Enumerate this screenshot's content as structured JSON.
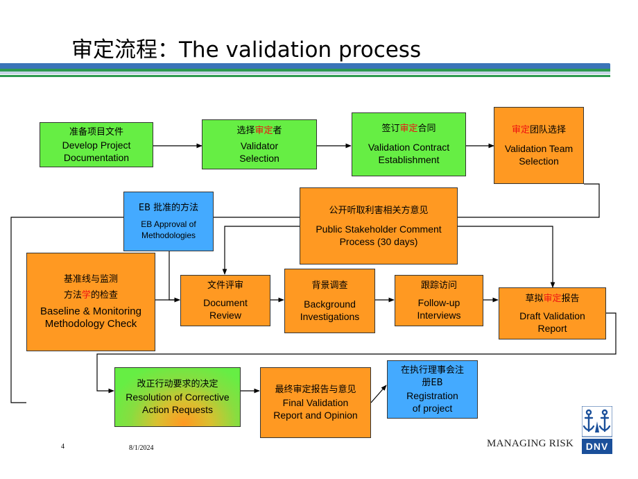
{
  "title": "审定流程：The validation process",
  "footer": {
    "page_number": "4",
    "date": "8/1/2024",
    "tagline": "MANAGING RISK"
  },
  "logo": {
    "text": "DNV",
    "icon": "dnv-anchor-icon"
  },
  "boxes": {
    "develop_docs": {
      "zh": "准备项目文件",
      "en1": "Develop Project",
      "en2": "Documentation"
    },
    "validator_selection": {
      "zh_a": "选择",
      "zh_hl": "审定",
      "zh_b": "者",
      "en1": "Validator",
      "en2": "Selection"
    },
    "contract": {
      "zh_a": "签订",
      "zh_hl": "审定",
      "zh_b": "合同",
      "en1": "Validation Contract",
      "en2": "Establishment"
    },
    "team_selection": {
      "zh_hl": "审定",
      "zh_b": "团队选择",
      "en1": "Validation Team",
      "en2": "Selection"
    },
    "eb_approval": {
      "zh": "EB 批准的方法",
      "en1": "EB Approval of",
      "en2": "Methodologies"
    },
    "stakeholder": {
      "zh": "公开听取利害相关方意见",
      "en1": "Public Stakeholder Comment",
      "en2": "Process (30 days)"
    },
    "baseline": {
      "zh1": "基准线与监测",
      "zh2_a": "方法",
      "zh2_hl": "学",
      "zh2_b": "的检查",
      "en1": "Baseline & Monitoring",
      "en2": "Methodology Check"
    },
    "doc_review": {
      "zh": "文件评审",
      "en1": "Document",
      "en2": "Review"
    },
    "background": {
      "zh": "背景调查",
      "en1": "Background",
      "en2": "Investigations"
    },
    "followup": {
      "zh": "跟踪访问",
      "en1": "Follow-up",
      "en2": "Interviews"
    },
    "draft_report": {
      "zh_a": "草拟",
      "zh_hl": "审定",
      "zh_b": "报告",
      "en1": "Draft Validation",
      "en2": "Report"
    },
    "resolution": {
      "zh": "改正行动要求的决定",
      "en1": "Resolution of Corrective",
      "en2": "Action Requests"
    },
    "final_report": {
      "zh": "最终审定报告与意见",
      "en1": "Final Validation",
      "en2": "Report and Opinion"
    },
    "registration": {
      "zh1": "在执行理事会注",
      "zh2": "册EB",
      "en1": "Registration",
      "en2": "of project"
    }
  },
  "colors": {
    "green": "#66ee44",
    "orange": "#ff9922",
    "blue": "#44aaff",
    "highlight": "#ee1111",
    "header_blue": "#3a74b8",
    "header_green": "#2e9a50"
  }
}
